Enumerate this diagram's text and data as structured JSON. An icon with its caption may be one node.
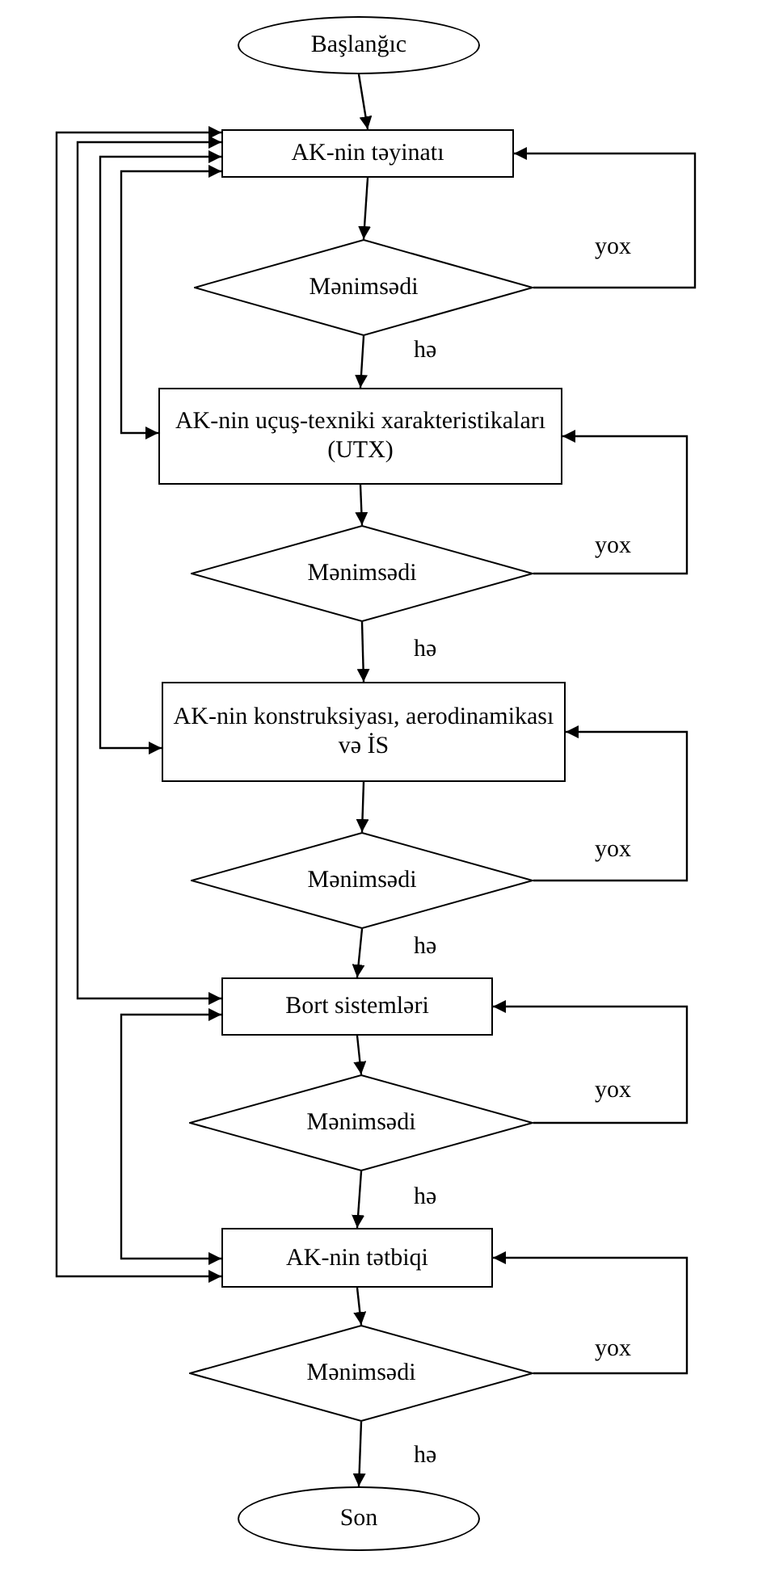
{
  "diagram": {
    "nodes": [
      {
        "text": [
          "Başlanğıc"
        ]
      },
      {
        "text": [
          "AK-nin təyinatı"
        ]
      },
      {
        "text": [
          "Mənimsədi"
        ]
      },
      {
        "text": [
          "AK-nin uçuş-texniki xarakteristikaları (UTX)"
        ]
      },
      {
        "text": [
          "Mənimsədi"
        ]
      },
      {
        "text": [
          "AK-nin konstruksiyası, aerodinamikası və İS"
        ]
      },
      {
        "text": [
          "Mənimsədi"
        ]
      },
      {
        "text": [
          "Bort sistemləri"
        ]
      },
      {
        "text": [
          "Mənimsədi"
        ]
      },
      {
        "text": [
          "AK-nin tətbiqi"
        ]
      },
      {
        "text": [
          "Mənimsədi"
        ]
      },
      {
        "text": [
          "Son"
        ]
      }
    ],
    "edges": [
      {
        "from": 0,
        "to": 1,
        "arrow": "to"
      },
      {
        "from": 1,
        "to": 2,
        "arrow": "to"
      },
      {
        "from": 2,
        "to": 3,
        "label": "hə",
        "arrow": "to"
      },
      {
        "from": 2,
        "to": 1,
        "label": "yox",
        "arrow": "to"
      },
      {
        "from": 3,
        "to": 4,
        "arrow": "to"
      },
      {
        "from": 4,
        "to": 5,
        "label": "hə",
        "arrow": "to"
      },
      {
        "from": 4,
        "to": 3,
        "label": "yox",
        "arrow": "to"
      },
      {
        "from": 5,
        "to": 6,
        "arrow": "to"
      },
      {
        "from": 6,
        "to": 7,
        "label": "hə",
        "arrow": "to"
      },
      {
        "from": 6,
        "to": 5,
        "label": "yox",
        "arrow": "to"
      },
      {
        "from": 7,
        "to": 8,
        "arrow": "to"
      },
      {
        "from": 8,
        "to": 9,
        "label": "hə",
        "arrow": "to"
      },
      {
        "from": 8,
        "to": 7,
        "label": "yox",
        "arrow": "to"
      },
      {
        "from": 9,
        "to": 10,
        "arrow": "to"
      },
      {
        "from": 10,
        "to": 11,
        "label": "hə",
        "arrow": "to"
      },
      {
        "from": 10,
        "to": 9,
        "label": "yox",
        "arrow": "to"
      },
      {
        "from": 3,
        "to": 1,
        "arrow": "both"
      },
      {
        "from": 5,
        "to": 1,
        "arrow": "both"
      },
      {
        "from": 7,
        "to": 1,
        "arrow": "both"
      },
      {
        "from": 9,
        "to": 1,
        "arrow": "both"
      },
      {
        "from": 9,
        "to": 7,
        "arrow": "both"
      }
    ]
  }
}
